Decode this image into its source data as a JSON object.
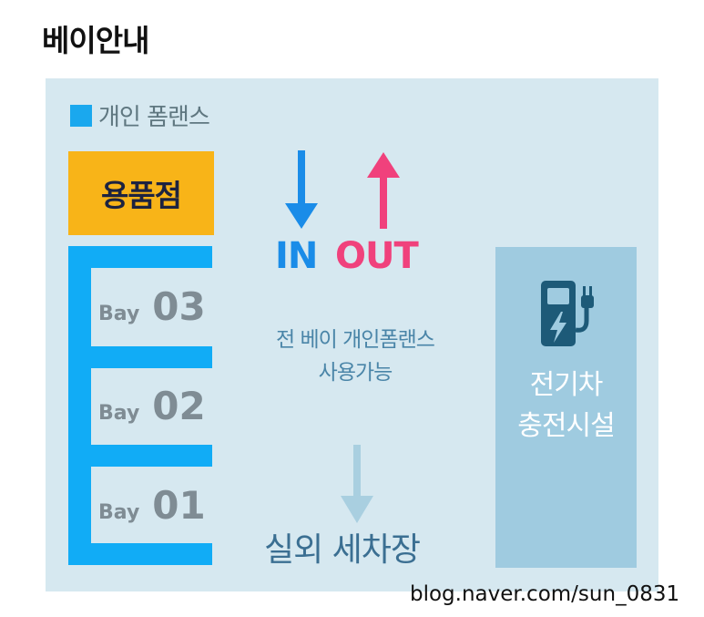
{
  "title": "베이안내",
  "legend": {
    "label": "개인 폼랜스",
    "color": "#1aa8ee"
  },
  "shop": {
    "label": "용품점"
  },
  "bays": [
    {
      "word": "Bay",
      "number": "03"
    },
    {
      "word": "Bay",
      "number": "02"
    },
    {
      "word": "Bay",
      "number": "01"
    }
  ],
  "flow": {
    "in_label": "IN",
    "out_label": "OUT",
    "in_color": "#1a8ce8",
    "out_color": "#f0417c"
  },
  "info": {
    "line1": "전 베이 개인폼랜스",
    "line2": "사용가능"
  },
  "wash": {
    "label": "실외 세차장"
  },
  "ev": {
    "line1": "전기차",
    "line2": "충전시설"
  },
  "watermark": "blog.naver.com/sun_0831"
}
